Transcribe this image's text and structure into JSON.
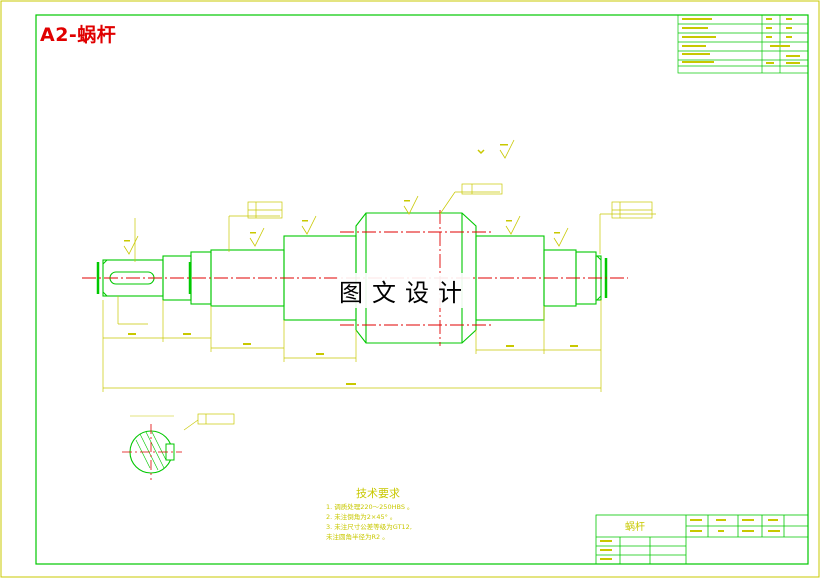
{
  "sheet": {
    "label": "A2-蜗杆",
    "watermark": "图文设计"
  },
  "technical_requirements": {
    "title": "技术要求",
    "notes": [
      "1. 调质处理220～250HBS 。",
      "2. 未注倒角为2×45° 。",
      "3. 未注尺寸公差等级为GT12,",
      "   未注圆角半径为R2 。"
    ]
  },
  "title_block": {
    "part_name": "蜗杆"
  },
  "colors": {
    "frame": "#00c800",
    "dimension": "#c8c800",
    "centerline": "#e00000",
    "annotation": "#00a0a0"
  }
}
